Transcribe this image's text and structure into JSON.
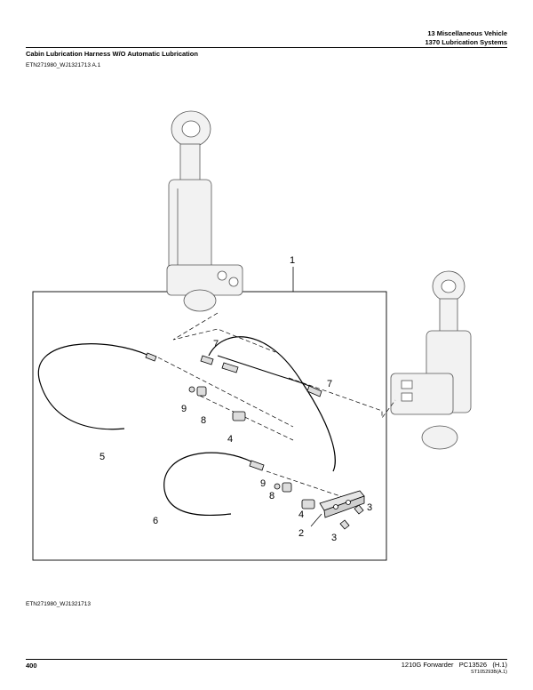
{
  "header": {
    "line1": "13 Miscellaneous Vehicle",
    "line2": "1370 Lubrication Systems"
  },
  "title": "Cabin Lubrication Harness W/O Automatic Lubrication",
  "figure_id": "ETN271980_WJ1321713 A.1",
  "callouts": {
    "c1": "1",
    "c2": "2",
    "c3a": "3",
    "c3b": "3",
    "c4a": "4",
    "c4b": "4",
    "c5": "5",
    "c6": "6",
    "c7a": "7",
    "c7b": "7",
    "c8a": "8",
    "c8b": "8",
    "c9a": "9",
    "c9b": "9"
  },
  "art_id_bottom": "ETN271980_WJ1321713",
  "footer": {
    "page_number": "400",
    "model": "1210G Forwarder",
    "catalog": "PC13526",
    "revision": "(H.1)",
    "ref": "ST105293B(A.1)"
  },
  "colors": {
    "line": "#000000",
    "fill": "#f2f2f2",
    "shade": "#bdbdbd"
  }
}
